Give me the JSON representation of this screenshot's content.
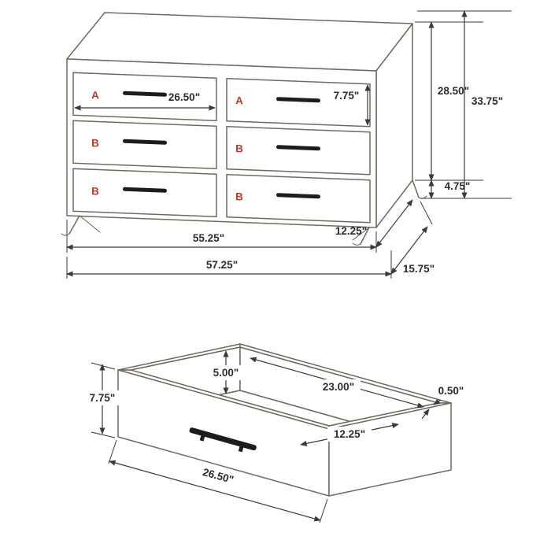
{
  "page": {
    "background": "#ffffff",
    "description": "Furniture dimension diagram: 6-drawer dresser with drawer detail"
  },
  "colors": {
    "structure_line": "#6f6a60",
    "dimension_line": "#3a3a3a",
    "dimension_text": "#2d2d2d",
    "drawer_label": "#c0392b",
    "handle": "#1c1c1c"
  },
  "dresser": {
    "drawer_labels": {
      "top_left": "A",
      "top_right": "A",
      "mid_left": "B",
      "mid_right": "B",
      "bot_left": "B",
      "bot_right": "B"
    },
    "dims": {
      "drawer_interior_width": "26.50\"",
      "drawer_front_height": "7.75\"",
      "case_height": "28.50\"",
      "overall_height": "33.75\"",
      "leg_clearance": "4.75\"",
      "case_width": "55.25\"",
      "case_depth": "12.25\"",
      "overall_width": "57.25\"",
      "overall_depth": "15.75\""
    }
  },
  "drawer_detail": {
    "dims": {
      "front_height": "7.75\"",
      "interior_height": "5.00\"",
      "interior_width": "23.00\"",
      "interior_depth": "12.25\"",
      "panel_thickness": "0.50\"",
      "front_width": "26.50\""
    }
  }
}
